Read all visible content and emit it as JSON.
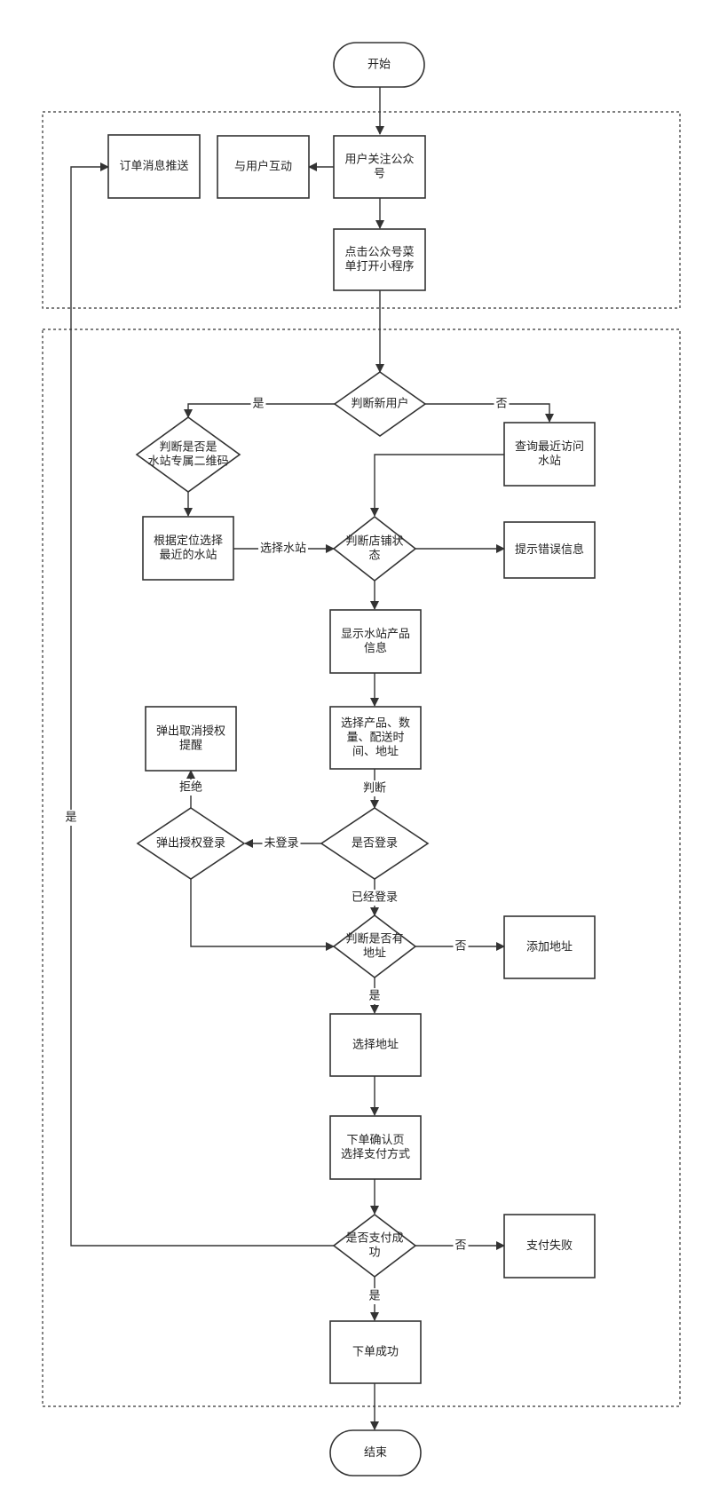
{
  "nodes": {
    "start": "开始",
    "push": "订单消息推送",
    "interact": "与用户互动",
    "follow": [
      "用户关注公众",
      "号"
    ],
    "menu": [
      "点击公众号菜",
      "单打开小程序"
    ],
    "new_user": "判断新用户",
    "qr_check": [
      "判断是否是",
      "水站专属二维码"
    ],
    "recent": [
      "查询最近访问",
      "水站"
    ],
    "locate": [
      "根据定位选择",
      "最近的水站"
    ],
    "shop_status": [
      "判断店铺状",
      "态"
    ],
    "error": "提示错误信息",
    "show_info": [
      "显示水站产品",
      "信息"
    ],
    "select_prod": [
      "选择产品、数",
      "量、配送时",
      "间、地址"
    ],
    "cancel_auth": [
      "弹出取消授权",
      "提醒"
    ],
    "auth_login": "弹出授权登录",
    "logged_in": "是否登录",
    "has_addr": [
      "判断是否有",
      "地址"
    ],
    "add_addr": "添加地址",
    "choose_addr": "选择地址",
    "confirm": [
      "下单确认页",
      "选择支付方式"
    ],
    "pay_ok": [
      "是否支付成",
      "功"
    ],
    "pay_fail": "支付失败",
    "success": "下单成功",
    "end": "结束"
  },
  "edge_labels": {
    "yes_new": "是",
    "no_new": "否",
    "select_station": "选择水站",
    "reject": "拒绝",
    "judge": "判断",
    "not_logged": "未登录",
    "already_logged": "已经登录",
    "no_addr": "否",
    "yes_addr": "是",
    "no_pay": "否",
    "yes_pay": "是",
    "yes_push": "是"
  }
}
